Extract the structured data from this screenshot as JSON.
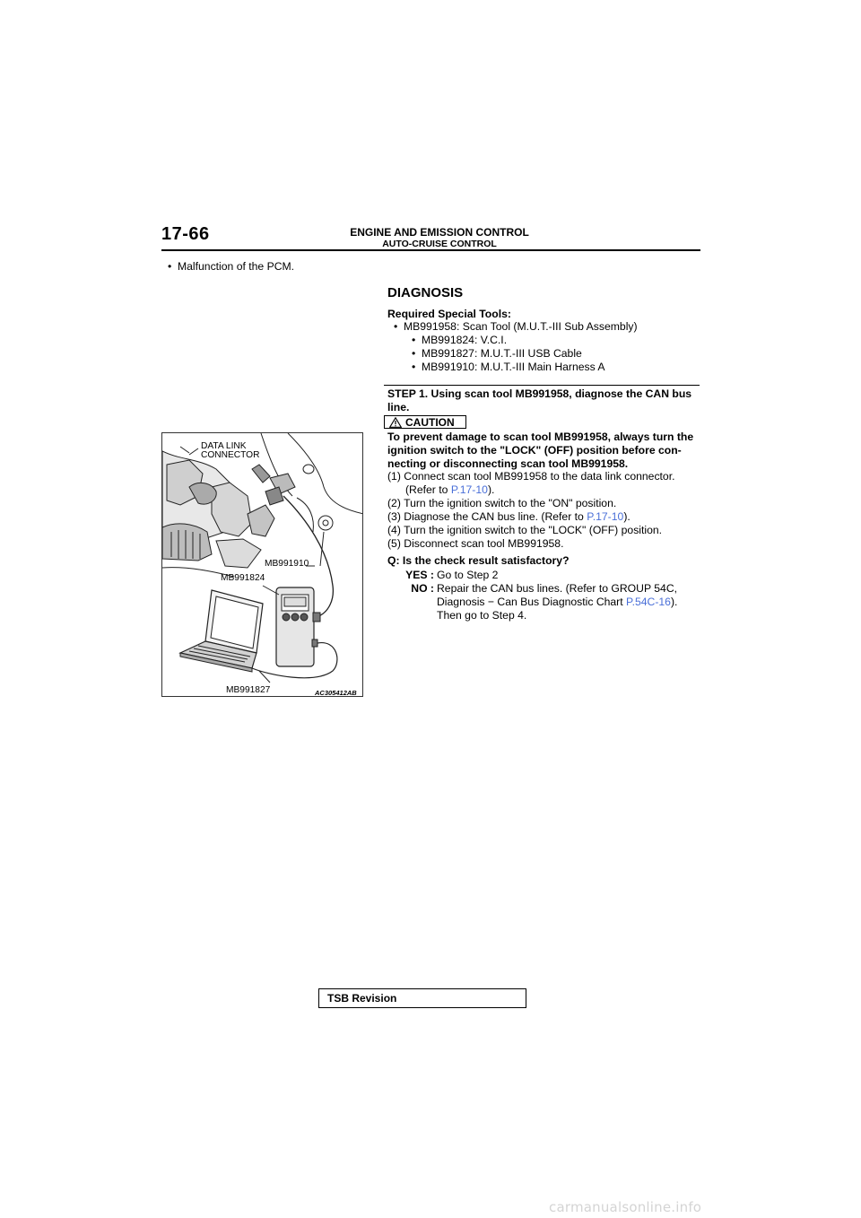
{
  "header": {
    "page_number": "17-66",
    "title": "ENGINE AND EMISSION CONTROL",
    "subtitle": "AUTO-CRUISE CONTROL"
  },
  "intro_bullet": "Malfunction of the PCM.",
  "diagnosis": {
    "heading": "DIAGNOSIS",
    "tools_label": "Required Special Tools:",
    "tools": [
      "MB991958: Scan Tool (M.U.T.-III Sub Assembly)",
      "MB991824: V.C.I.",
      "MB991827: M.U.T.-III USB Cable",
      "MB991910: M.U.T.-III Main Harness A"
    ]
  },
  "step1": {
    "title_line1": "STEP 1. Using scan tool MB991958, diagnose the CAN bus",
    "title_line2": "line.",
    "caution_label": "CAUTION",
    "caution_lines": [
      "To prevent damage to scan tool MB991958, always turn the",
      "ignition switch to the \"LOCK\" (OFF) position before con-",
      "necting or disconnecting scan tool MB991958."
    ],
    "instructions": [
      {
        "num": "(1)",
        "text": "Connect scan tool MB991958 to the data link connector."
      },
      {
        "pre": "(Refer to ",
        "link": "P.17-10",
        "post": ")."
      },
      {
        "num": "(2)",
        "text": "Turn the ignition switch to the \"ON\" position."
      },
      {
        "pre": "(3) Diagnose the CAN bus line. (Refer to ",
        "link": "P.17-10",
        "post": ")."
      },
      {
        "num": "(4)",
        "text": "Turn the ignition switch to the \"LOCK\" (OFF) position."
      },
      {
        "num": "(5)",
        "text": "Disconnect scan tool MB991958."
      }
    ],
    "question": "Q: Is the check result satisfactory?",
    "yes_label": "YES :",
    "yes_text": "Go to Step 2",
    "no_label": "NO :",
    "no_line1": "Repair the CAN bus lines. (Refer to GROUP 54C,",
    "no_line2_pre": "Diagnosis − Can Bus Diagnostic Chart ",
    "no_line2_link": "P.54C-16",
    "no_line2_post": ").",
    "no_line3": "Then go to Step 4."
  },
  "figure": {
    "label_connector_1": "DATA LINK",
    "label_connector_2": "CONNECTOR",
    "label_mb991910": "MB991910",
    "label_mb991824": "MB991824",
    "label_mb991827": "MB991827",
    "figure_code": "AC305412AB"
  },
  "footer": {
    "label": "TSB Revision"
  },
  "watermark": "carmanualsonline.info",
  "colors": {
    "link": "#4a6fd8",
    "watermark": "#d4d4d4"
  }
}
